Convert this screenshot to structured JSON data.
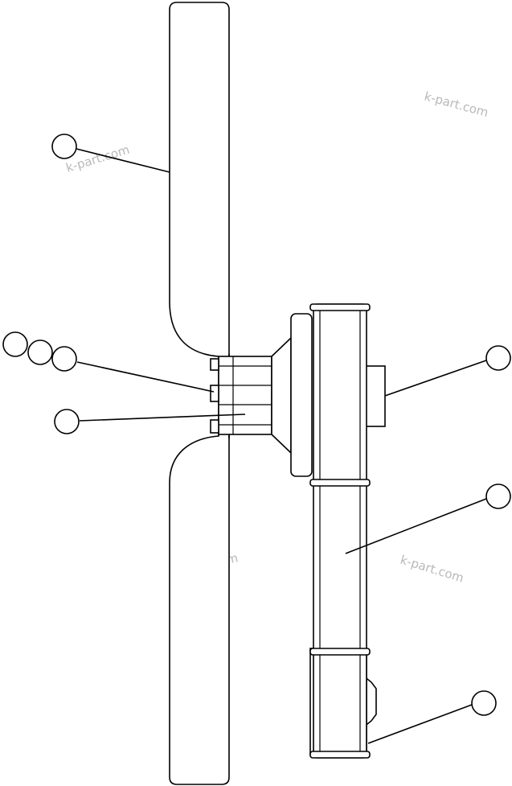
{
  "watermark": {
    "text": "k-part.com",
    "color": "#b9b9b9"
  },
  "callouts": [
    {
      "id": "fan-blade",
      "label": ""
    },
    {
      "id": "bolt-a",
      "label": ""
    },
    {
      "id": "bolt-b",
      "label": ""
    },
    {
      "id": "bolt-c",
      "label": ""
    },
    {
      "id": "spacer",
      "label": ""
    },
    {
      "id": "pulley-hub",
      "label": ""
    },
    {
      "id": "belt",
      "label": ""
    },
    {
      "id": "lower-pulley",
      "label": ""
    }
  ]
}
